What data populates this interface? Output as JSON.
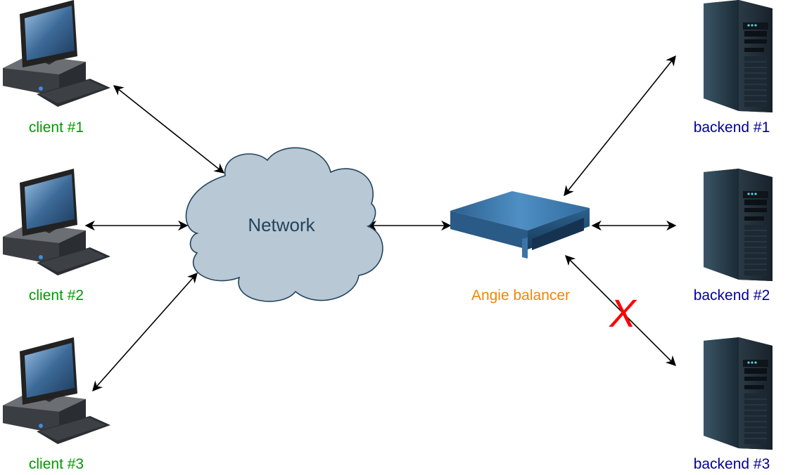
{
  "diagram": {
    "network": {
      "label": "Network",
      "fill": "#B8C8D4",
      "stroke": "#23445D"
    },
    "balancer": {
      "label": "Angie balancer",
      "color": "#F08705"
    },
    "clients": [
      {
        "label": "client #1"
      },
      {
        "label": "client #2"
      },
      {
        "label": "client #3"
      }
    ],
    "backends": [
      {
        "label": "backend #1"
      },
      {
        "label": "backend #2"
      },
      {
        "label": "backend #3",
        "status": "failed"
      }
    ],
    "failure_marker": {
      "label": "X",
      "color": "#FF0000"
    },
    "label_colors": {
      "client": "#009900",
      "backend": "#000099"
    }
  }
}
